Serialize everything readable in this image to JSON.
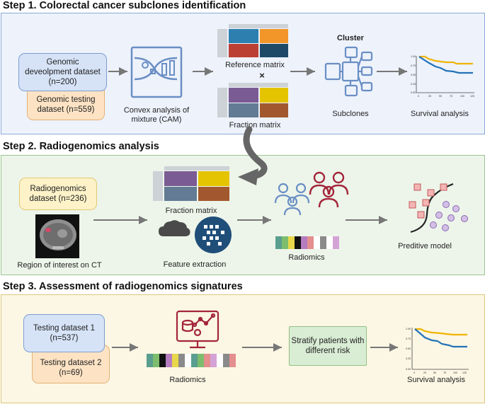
{
  "step1": {
    "title": "Step 1. Colorectal cancer subclones identification",
    "dev_dataset": [
      "Genomic",
      "deveolpment dataset",
      "(n=200)"
    ],
    "test_dataset": [
      "Genomic testing",
      "dataset (n=559)"
    ],
    "cam_label": [
      "Convex analysis of",
      "mixture (CAM)"
    ],
    "reference_matrix": "Reference matrix",
    "times": "×",
    "fraction_matrix": "Fraction matrix",
    "cluster": "Cluster",
    "subclones": "Subclones",
    "survival": "Survival analysis"
  },
  "step2": {
    "title": "Step 2. Radiogenomics analysis",
    "dataset": [
      "Radiogenomics",
      "dataset (n=236)"
    ],
    "roi": "Region of interest on CT",
    "fraction_matrix": "Fraction matrix",
    "feature_extraction": "Feature extraction",
    "radiomics": "Radiomics",
    "model": "Preditive model"
  },
  "step3": {
    "title": "Step 3. Assessment of radiogenomics signatures",
    "test1": [
      "Testing dataset 1",
      "(n=537)"
    ],
    "test2": [
      "Testing dataset 2",
      "(n=69)"
    ],
    "radiomics": "Radiomics",
    "stratify": [
      "Stratify patients with",
      "different risk"
    ],
    "survival": "Survival analysis"
  },
  "survival_axis": {
    "y_ticks": [
      "1.00",
      "0.75",
      "0.50",
      "0.25",
      "0.00"
    ],
    "x_ticks": [
      "0",
      "25",
      "50",
      "75",
      "100",
      "125"
    ]
  },
  "colors": {
    "matrix_blue": "#2d7fb0",
    "matrix_orange": "#f2962a",
    "matrix_red": "#bb3f33",
    "matrix_navy": "#1e4a68",
    "matrix_purple": "#7b5b93",
    "matrix_yellow": "#e4c300",
    "matrix_slate": "#637b94",
    "matrix_brown": "#a2582e",
    "icon_blue": "#6a8ec4",
    "icon_red": "#a3253a",
    "curve_gold": "#f0b400",
    "curve_blue": "#2372b8"
  }
}
